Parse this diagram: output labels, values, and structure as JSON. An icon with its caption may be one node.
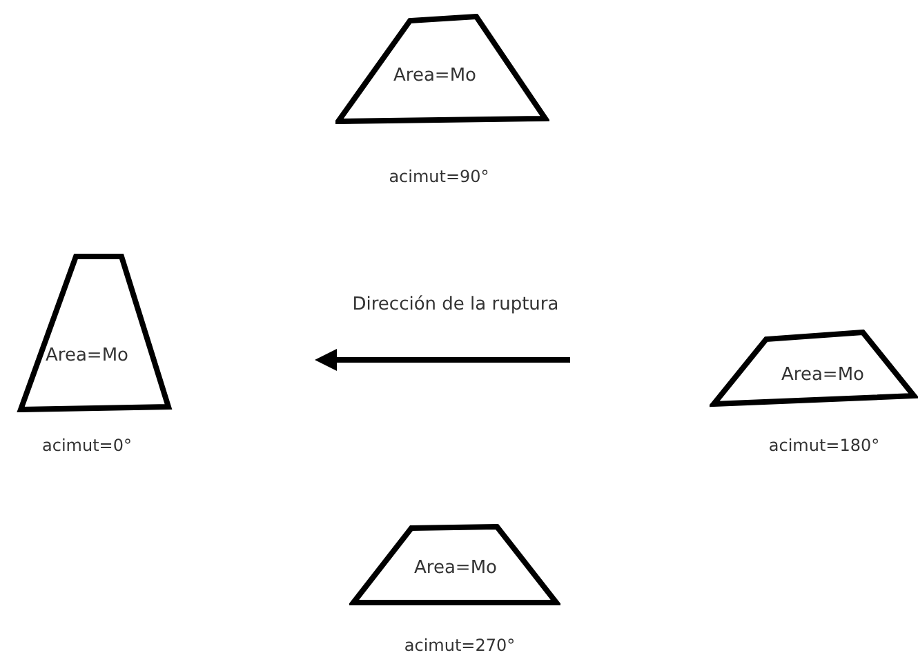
{
  "diagram": {
    "nodes": [
      {
        "text": [
          "Area=Mo"
        ],
        "beside": [
          "acimut=90°"
        ]
      },
      {
        "text": [
          "Area=Mo"
        ],
        "beside": [
          "acimut=0°"
        ]
      },
      {
        "text": [
          "Area=Mo"
        ],
        "beside": [
          "acimut=180°"
        ]
      },
      {
        "text": [
          "Area=Mo"
        ],
        "beside": [
          "acimut=270°"
        ]
      }
    ],
    "labels": [
      "Dirección de la ruptura"
    ]
  }
}
